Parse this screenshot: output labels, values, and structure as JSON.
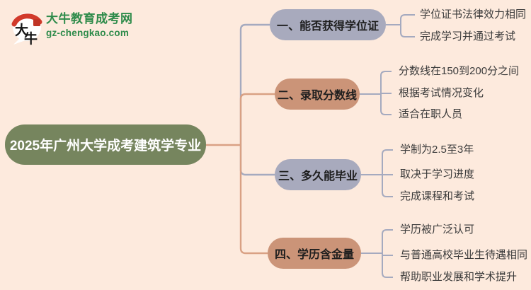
{
  "brand": {
    "name": "大牛教育成考网",
    "domain": "gz-chengkao.com",
    "logo_text_top": "大",
    "logo_text_bottom": "牛",
    "green": "#2e8b4a",
    "red": "#d23a2b"
  },
  "root": {
    "label": "2025年广州大学成考建筑学专业",
    "bg_color": "#76855e",
    "line_color": "#d9a184"
  },
  "branches": [
    {
      "label": "一、能否获得学位证",
      "pill_color": "#a8aabd",
      "line_color": "#a5aabf",
      "children": [
        "学位证书法律效力相同",
        "完成学习并通过考试"
      ]
    },
    {
      "label": "二、录取分数线",
      "pill_color": "#cb9478",
      "line_color": "#d9a184",
      "children": [
        "分数线在150到200分之间",
        "根据考试情况变化",
        "适合在职人员"
      ]
    },
    {
      "label": "三、多久能毕业",
      "pill_color": "#a8aabd",
      "line_color": "#a5aabf",
      "children": [
        "学制为2.5至3年",
        "取决于学习进度",
        "完成课程和考试"
      ]
    },
    {
      "label": "四、学历含金量",
      "pill_color": "#cb9478",
      "line_color": "#d9a184",
      "children": [
        "学历被广泛认可",
        "与普通高校毕业生待遇相同",
        "帮助职业发展和学术提升"
      ]
    }
  ],
  "style": {
    "background": "#fdeadd",
    "bracket_color": "#a5aabf",
    "leaf_text_color": "#3b3b3b",
    "pill_text_color": "#1e1e1e",
    "root_text_color": "#ffffff"
  }
}
